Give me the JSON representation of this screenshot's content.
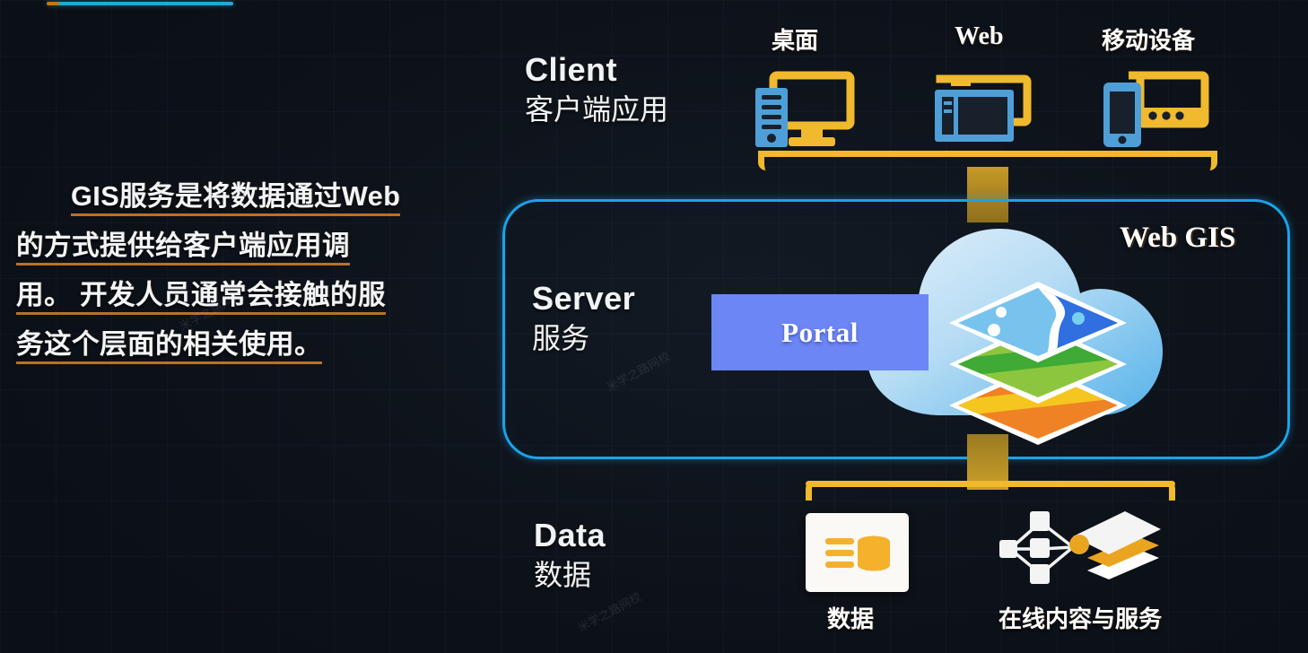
{
  "theme": {
    "background": "#0d1117",
    "accent_cyan": "#1aa3e8",
    "accent_yellow": "#f0b92e",
    "accent_blue_device": "#4e9fd8",
    "portal_violet": "#6c86f6",
    "orange_underline": "#b8712a"
  },
  "top_rule": {
    "label": "decorative-accent-rule"
  },
  "paragraph": {
    "text": "GIS服务是将数据通过Web的方式提供给客户端应用调用。 开发人员通常会接触的服务这个层面的相关使用。"
  },
  "watermark": {
    "text": "米学之路网校"
  },
  "sections": {
    "client": {
      "en": "Client",
      "cn": "客户端应用"
    },
    "server": {
      "en": "Server",
      "cn": "服务"
    },
    "data": {
      "en": "Data",
      "cn": "数据"
    }
  },
  "clients": [
    {
      "title": "桌面",
      "icon": "desktop-icon"
    },
    {
      "title": "Web",
      "icon": "web-browser-icon"
    },
    {
      "title": "移动设备",
      "icon": "mobile-tablet-icon"
    }
  ],
  "server": {
    "portal_label": "Portal",
    "webgis_label": "Web GIS",
    "cloud_icon": "cloud-icon",
    "layers_icon": "map-layers-icon"
  },
  "data_items": [
    {
      "caption": "数据",
      "icon": "database-card-icon"
    },
    {
      "caption": "在线内容与服务",
      "icon": "network-layers-icon"
    }
  ]
}
